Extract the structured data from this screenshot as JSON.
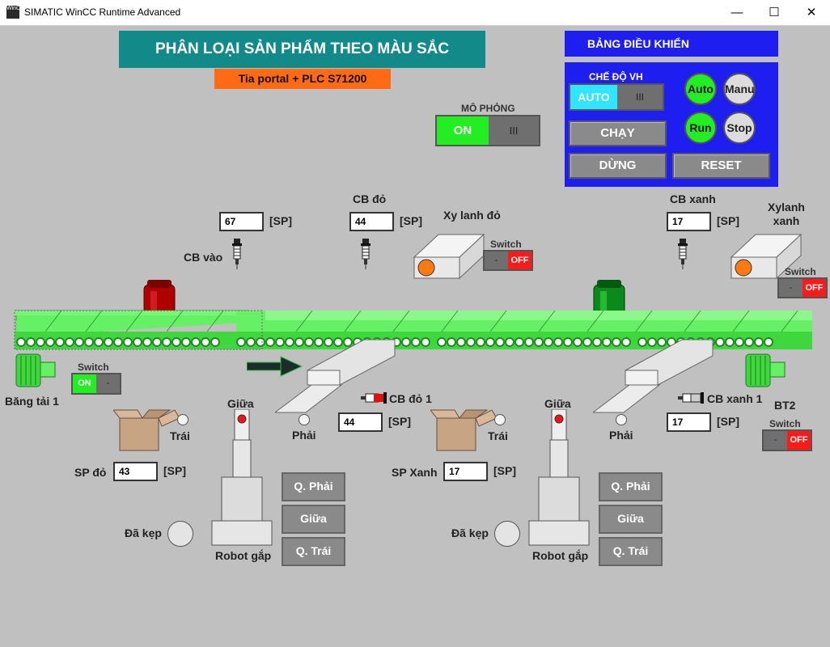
{
  "window": {
    "title": "SIMATIC WinCC Runtime Advanced",
    "logo": "WinCC",
    "minimize": "—",
    "maximize": "☐",
    "close": "✕"
  },
  "header": {
    "title": "PHÂN LOẠI SẢN PHẨM THEO MÀU SẮC",
    "subtitle": "Tia portal + PLC S71200"
  },
  "control_panel": {
    "title": "BẢNG ĐIỀU KHIỂN",
    "mode_label": "CHẾ ĐỘ VH",
    "mode_value": "AUTO",
    "grip": "III",
    "auto": "Auto",
    "manu": "Manu",
    "run": "Run",
    "stop": "Stop",
    "start_button": "CHẠY",
    "stop_button": "DỪNG",
    "reset_button": "RESET"
  },
  "simulation": {
    "label": "MÔ PHỎNG",
    "value": "ON",
    "grip": "III"
  },
  "sensors": {
    "cb_vao": {
      "label": "CB vào",
      "count": "67",
      "unit": "[SP]"
    },
    "cb_do": {
      "label": "CB đỏ",
      "count": "44",
      "unit": "[SP]"
    },
    "cb_xanh": {
      "label": "CB xanh",
      "count": "17",
      "unit": "[SP]"
    },
    "cb_do_1": {
      "label": "CB đỏ 1",
      "count": "44",
      "unit": "[SP]"
    },
    "cb_xanh_1": {
      "label": "CB xanh 1",
      "count": "17",
      "unit": "[SP]"
    }
  },
  "cylinders": {
    "red": {
      "label": "Xy lanh đỏ",
      "switch_label": "Switch",
      "state": "OFF",
      "dash": "-"
    },
    "green": {
      "label": "Xylanh xanh",
      "switch_label": "Switch",
      "state": "OFF",
      "dash": "-"
    }
  },
  "belts": {
    "bt1": {
      "label": "Băng tải 1",
      "switch_label": "Switch",
      "state": "ON",
      "dash": "-"
    },
    "bt2": {
      "label": "BT2",
      "switch_label": "Switch",
      "state": "OFF",
      "dash": "-"
    }
  },
  "red_station": {
    "left": "Trái",
    "mid": "Giữa",
    "right": "Phải",
    "count_label": "SP đỏ",
    "count": "43",
    "unit": "[SP]",
    "gripped": "Đã kẹp",
    "robot": "Robot gắp",
    "btn_right": "Q. Phải",
    "btn_mid": "Giữa",
    "btn_left": "Q. Trái"
  },
  "green_station": {
    "left": "Trái",
    "mid": "Giữa",
    "right": "Phải",
    "count_label": "SP Xanh",
    "count": "17",
    "unit": "[SP]",
    "gripped": "Đã kẹp",
    "robot": "Robot gắp",
    "btn_right": "Q. Phải",
    "btn_mid": "Giữa",
    "btn_left": "Q. Trái"
  },
  "colors": {
    "header_bg": "#138a8a",
    "subtitle_bg": "#ff6a14",
    "panel_bg": "#1e1ef0",
    "belt": "#66f066",
    "on": "#22ee22",
    "off": "#ff1a1a"
  }
}
